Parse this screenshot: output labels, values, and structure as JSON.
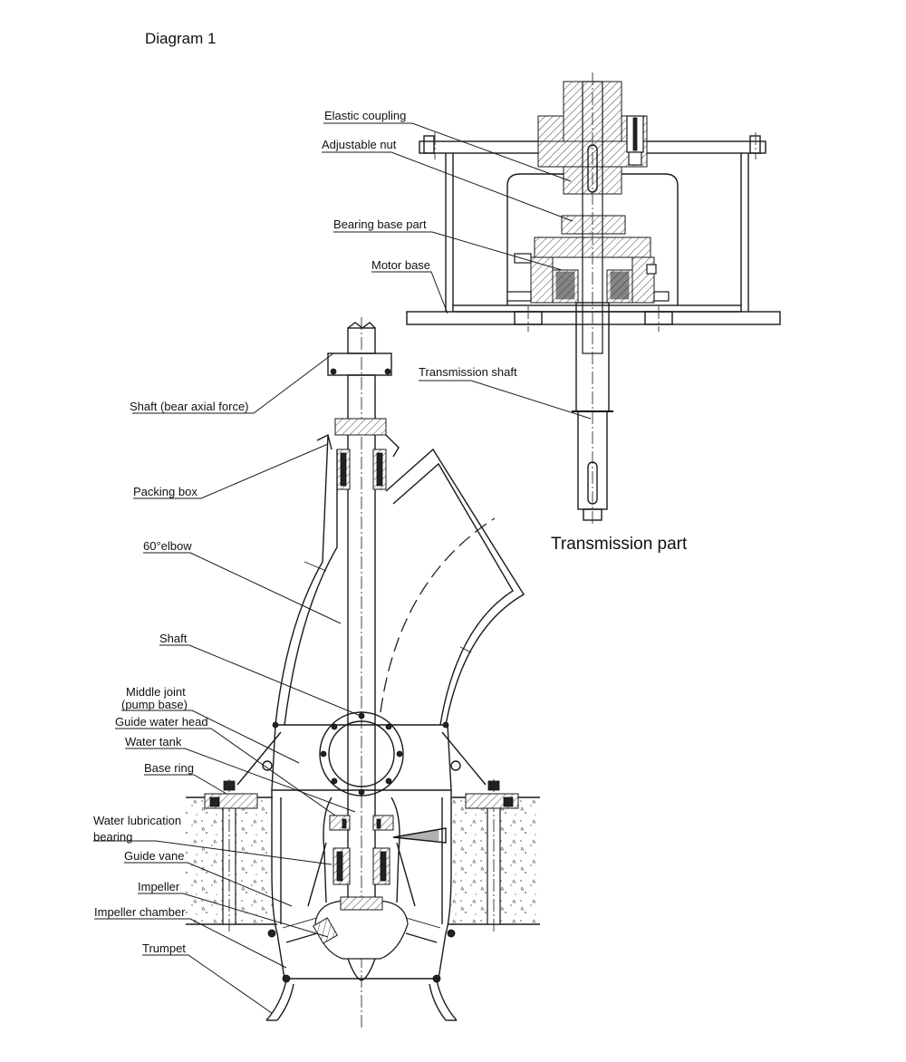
{
  "diagram": {
    "title": "Diagram 1",
    "transmission_caption": "Transmission part",
    "labels": {
      "elastic_coupling": "Elastic coupling",
      "adjustable_nut": "Adjustable nut",
      "bearing_base_part": "Bearing base part",
      "motor_base": "Motor base",
      "transmission_shaft": "Transmission shaft",
      "shaft_axial": "Shaft (bear axial force)",
      "packing_box": "Packing box",
      "elbow_60": "60°elbow",
      "shaft": "Shaft",
      "middle_joint_line1": "Middle joint",
      "middle_joint_line2": "(pump base)",
      "guide_water_head": "Guide water head",
      "water_tank": "Water tank",
      "base_ring": "Base ring",
      "water_lubrication_line1": "Water lubrication",
      "water_lubrication_line2": "bearing",
      "guide_vane": "Guide vane",
      "impeller": "Impeller",
      "impeller_chamber": "Impeller chamber",
      "trumpet": "Trumpet"
    }
  }
}
